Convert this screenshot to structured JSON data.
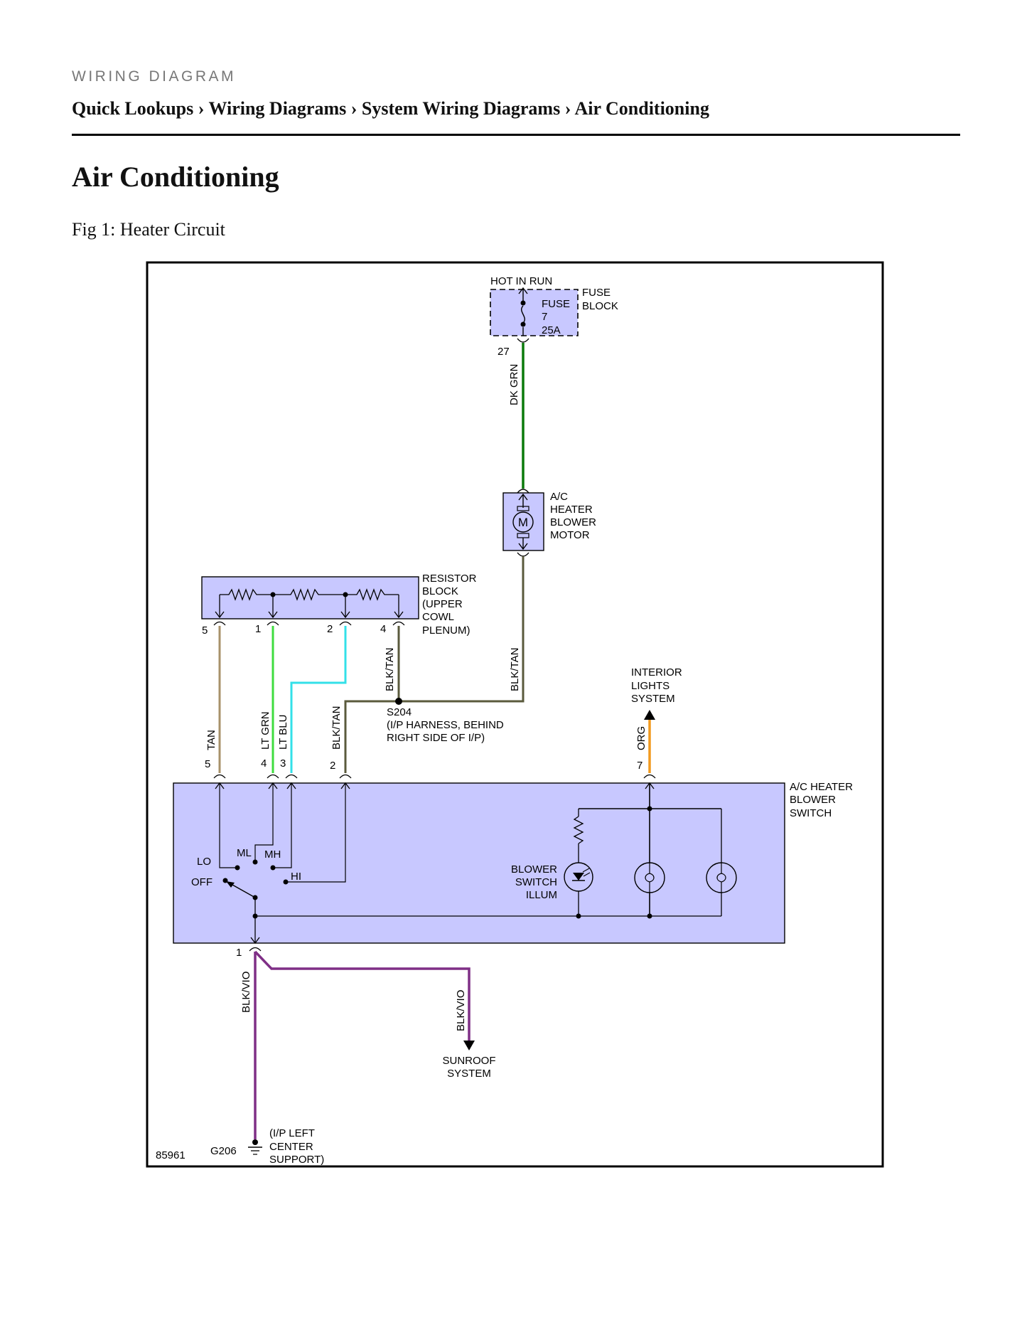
{
  "header": {
    "kicker": "WIRING DIAGRAM",
    "breadcrumb": [
      "Quick Lookups",
      "Wiring Diagrams",
      "System Wiring Diagrams",
      "Air Conditioning"
    ],
    "separator": "›"
  },
  "page_title": "Air Conditioning",
  "figure_caption": "Fig 1: Heater Circuit",
  "colors": {
    "component_fill": "#c8c8ff",
    "wire_dk_grn": "#0b7a0b",
    "wire_blk_tan": "#5a5a3c",
    "wire_tan": "#a8926a",
    "wire_lt_grn": "#3fdc3f",
    "wire_lt_blu": "#33e0e8",
    "wire_org": "#f29a1e",
    "wire_blk_vio": "#7f2f86"
  },
  "diagram": {
    "figure_id": "85961",
    "fuse_block": {
      "hot_label": "HOT IN RUN",
      "name_lines": [
        "FUSE",
        "BLOCK"
      ],
      "fuse_lines": [
        "FUSE",
        "7",
        "25A"
      ],
      "pin": "27"
    },
    "blower_motor": {
      "symbol": "M",
      "name_lines": [
        "A/C",
        "HEATER",
        "BLOWER",
        "MOTOR"
      ]
    },
    "resistor_block": {
      "name_lines": [
        "RESISTOR",
        "BLOCK",
        "(UPPER",
        "COWL",
        "PLENUM)"
      ],
      "pins": [
        "5",
        "1",
        "2",
        "4"
      ]
    },
    "splice": {
      "id": "S204",
      "location_lines": [
        "(I/P HARNESS, BEHIND",
        "RIGHT SIDE OF I/P)"
      ]
    },
    "interior_lights": {
      "name_lines": [
        "INTERIOR",
        "LIGHTS",
        "SYSTEM"
      ]
    },
    "switch": {
      "name_lines": [
        "A/C HEATER",
        "BLOWER",
        "SWITCH"
      ],
      "pins_top": [
        "5",
        "4",
        "3",
        "2",
        "7"
      ],
      "pin_bottom": "1",
      "positions": [
        "LO",
        "ML",
        "MH",
        "HI",
        "OFF"
      ],
      "illum_lines": [
        "BLOWER",
        "SWITCH",
        "ILLUM"
      ]
    },
    "wires": {
      "dk_grn": "DK GRN",
      "blk_tan": "BLK/TAN",
      "tan": "TAN",
      "lt_grn": "LT GRN",
      "lt_blu": "LT BLU",
      "org": "ORG",
      "blk_vio": "BLK/VIO"
    },
    "sunroof": {
      "name_lines": [
        "SUNROOF",
        "SYSTEM"
      ]
    },
    "ground": {
      "id": "G206",
      "location_lines": [
        "(I/P LEFT",
        "CENTER",
        "SUPPORT)"
      ]
    }
  }
}
